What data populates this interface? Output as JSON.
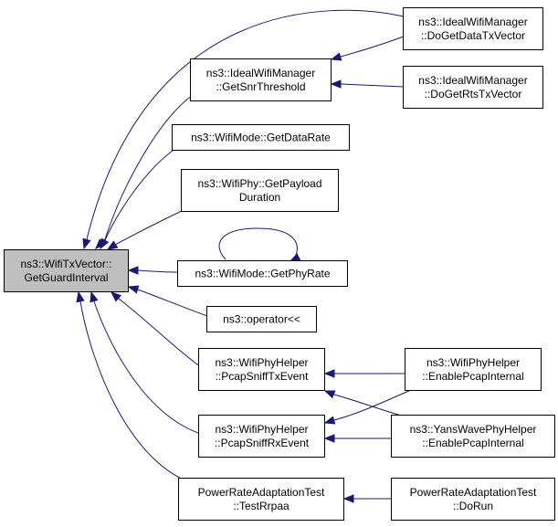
{
  "diagram": {
    "type": "call-graph",
    "colors": {
      "edge": "#191970",
      "root_fill": "#bfbfbf",
      "node_fill": "#ffffff",
      "border": "#000000"
    },
    "nodes": [
      {
        "id": "root",
        "lines": [
          "ns3::WifiTxVector::",
          "GetGuardInterval"
        ],
        "root": true
      },
      {
        "id": "snr",
        "lines": [
          "ns3::IdealWifiManager",
          "::GetSnrThreshold"
        ]
      },
      {
        "id": "datatx",
        "lines": [
          "ns3::IdealWifiManager",
          "::DoGetDataTxVector"
        ]
      },
      {
        "id": "rtstx",
        "lines": [
          "ns3::IdealWifiManager",
          "::DoGetRtsTxVector"
        ]
      },
      {
        "id": "datarate",
        "lines": [
          "ns3::WifiMode::GetDataRate"
        ]
      },
      {
        "id": "payload",
        "lines": [
          "ns3::WifiPhy::GetPayload",
          "Duration"
        ]
      },
      {
        "id": "phyrate",
        "lines": [
          "ns3::WifiMode::GetPhyRate"
        ]
      },
      {
        "id": "operator",
        "lines": [
          "ns3::operator<<"
        ]
      },
      {
        "id": "sniffTx",
        "lines": [
          "ns3::WifiPhyHelper",
          "::PcapSniffTxEvent"
        ]
      },
      {
        "id": "sniffRx",
        "lines": [
          "ns3::WifiPhyHelper",
          "::PcapSniffRxEvent"
        ]
      },
      {
        "id": "enablePcap",
        "lines": [
          "ns3::WifiPhyHelper",
          "::EnablePcapInternal"
        ]
      },
      {
        "id": "yansPcap",
        "lines": [
          "ns3::YansWavePhyHelper",
          "::EnablePcapInternal"
        ]
      },
      {
        "id": "testRrpaa",
        "lines": [
          "PowerRateAdaptationTest",
          "::TestRrpaa"
        ]
      },
      {
        "id": "doRun",
        "lines": [
          "PowerRateAdaptationTest",
          "::DoRun"
        ]
      }
    ],
    "edges": [
      {
        "from": "snr",
        "to": "root"
      },
      {
        "from": "datatx",
        "to": "root"
      },
      {
        "from": "datatx",
        "to": "snr"
      },
      {
        "from": "rtstx",
        "to": "snr"
      },
      {
        "from": "datarate",
        "to": "root"
      },
      {
        "from": "payload",
        "to": "root"
      },
      {
        "from": "phyrate",
        "to": "root"
      },
      {
        "from": "phyrate",
        "to": "phyrate"
      },
      {
        "from": "operator",
        "to": "root"
      },
      {
        "from": "sniffTx",
        "to": "root"
      },
      {
        "from": "sniffRx",
        "to": "root"
      },
      {
        "from": "testRrpaa",
        "to": "root"
      },
      {
        "from": "enablePcap",
        "to": "sniffTx"
      },
      {
        "from": "enablePcap",
        "to": "sniffRx"
      },
      {
        "from": "yansPcap",
        "to": "sniffTx"
      },
      {
        "from": "yansPcap",
        "to": "sniffRx"
      },
      {
        "from": "doRun",
        "to": "testRrpaa"
      }
    ]
  }
}
